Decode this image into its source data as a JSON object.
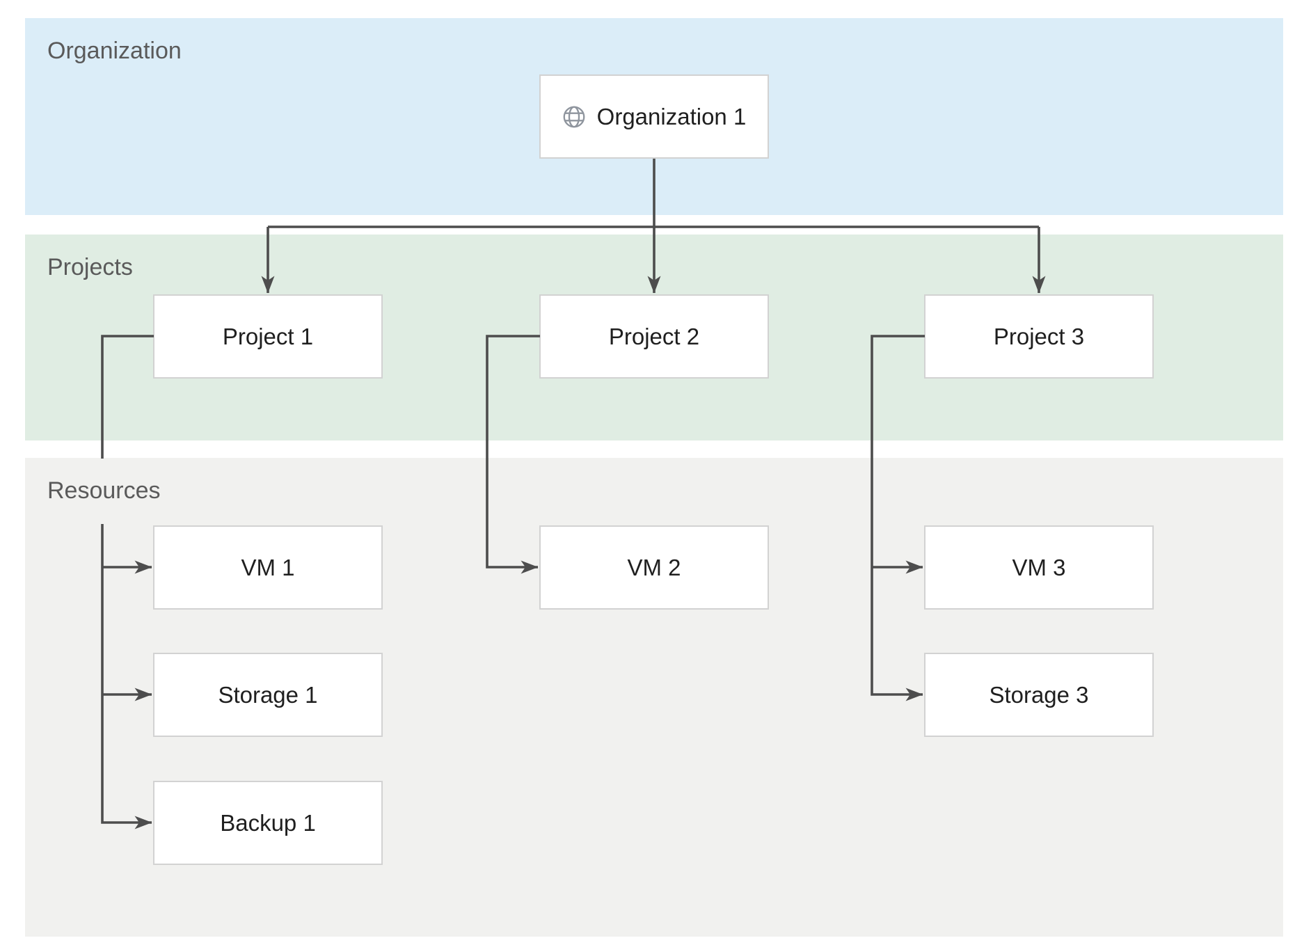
{
  "diagram": {
    "sections": [
      {
        "id": "organization",
        "label": "Organization",
        "color": "#dbedf8"
      },
      {
        "id": "projects",
        "label": "Projects",
        "color": "#e0ede3"
      },
      {
        "id": "resources",
        "label": "Resources",
        "color": "#f1f1ef"
      }
    ],
    "nodes": {
      "org1": {
        "label": "Organization 1",
        "icon": "globe-icon",
        "section": "organization"
      },
      "project1": {
        "label": "Project 1",
        "section": "projects"
      },
      "project2": {
        "label": "Project 2",
        "section": "projects"
      },
      "project3": {
        "label": "Project 3",
        "section": "projects"
      },
      "vm1": {
        "label": "VM 1",
        "section": "resources"
      },
      "storage1": {
        "label": "Storage 1",
        "section": "resources"
      },
      "backup1": {
        "label": "Backup 1",
        "section": "resources"
      },
      "vm2": {
        "label": "VM 2",
        "section": "resources"
      },
      "vm3": {
        "label": "VM 3",
        "section": "resources"
      },
      "storage3": {
        "label": "Storage 3",
        "section": "resources"
      }
    },
    "edges": [
      {
        "from": "org1",
        "to": "project1"
      },
      {
        "from": "org1",
        "to": "project2"
      },
      {
        "from": "org1",
        "to": "project3"
      },
      {
        "from": "project1",
        "to": "vm1"
      },
      {
        "from": "project1",
        "to": "storage1"
      },
      {
        "from": "project1",
        "to": "backup1"
      },
      {
        "from": "project2",
        "to": "vm2"
      },
      {
        "from": "project3",
        "to": "vm3"
      },
      {
        "from": "project3",
        "to": "storage3"
      }
    ],
    "colors": {
      "connector": "#4d4d4d",
      "node_border": "#d2d2d2",
      "node_background": "#ffffff",
      "node_text": "#1f1f1f",
      "section_label": "#5a5a5a",
      "globe_icon": "#8f959e",
      "page_background": "#ffffff"
    }
  }
}
